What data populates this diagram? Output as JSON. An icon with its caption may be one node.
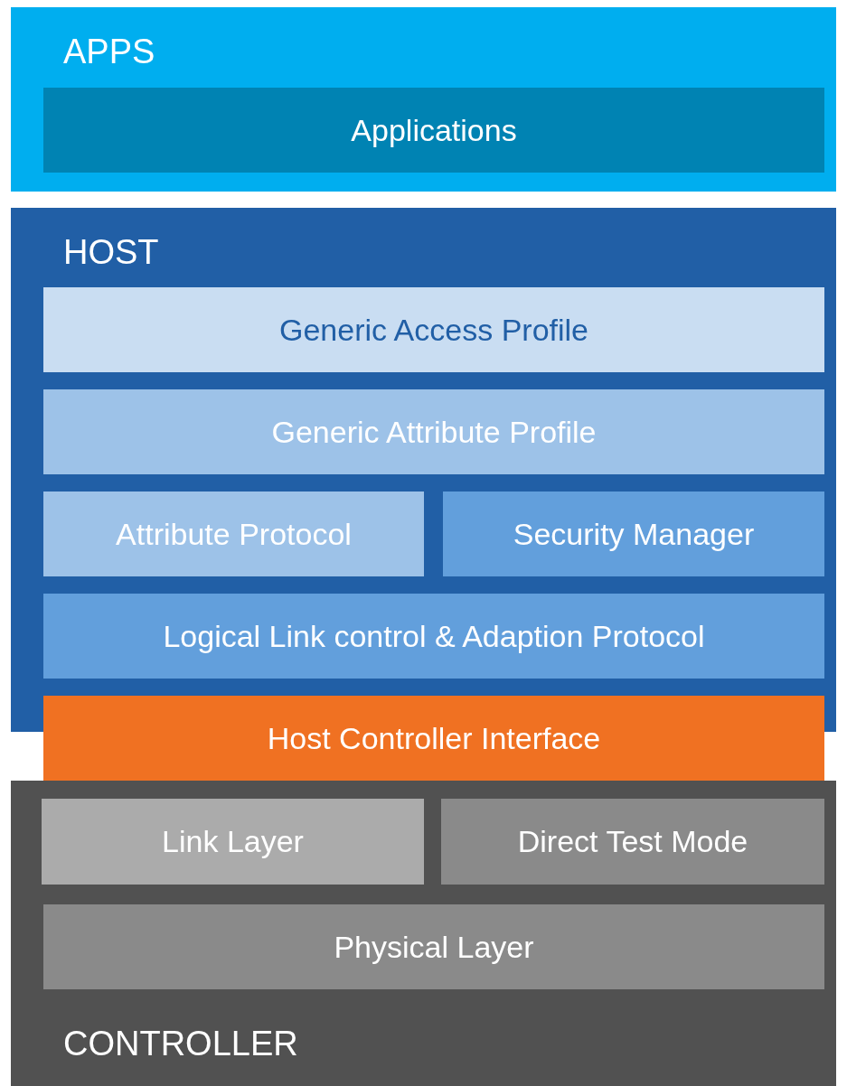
{
  "diagram": {
    "nodes": [
      {
        "text": [
          "APPS"
        ]
      },
      {
        "text": [
          "Applications"
        ],
        "in": 0
      },
      {
        "text": [
          "HOST"
        ]
      },
      {
        "text": [
          "Generic Access Profile"
        ],
        "in": 2
      },
      {
        "text": [
          "Generic Attribute Profile"
        ],
        "in": 2
      },
      {
        "text": [
          "Attribute Protocol"
        ],
        "in": 2
      },
      {
        "text": [
          "Security Manager"
        ],
        "in": 2
      },
      {
        "text": [
          "Logical Link control & Adaption Protocol"
        ],
        "in": 2
      },
      {
        "text": [
          "Host Controller Interface"
        ]
      },
      {
        "text": [
          "CONTROLLER"
        ]
      },
      {
        "text": [
          "Link Layer"
        ],
        "in": 9
      },
      {
        "text": [
          "Direct Test Mode"
        ],
        "in": 9
      },
      {
        "text": [
          "Physical Layer"
        ],
        "in": 9
      }
    ]
  }
}
